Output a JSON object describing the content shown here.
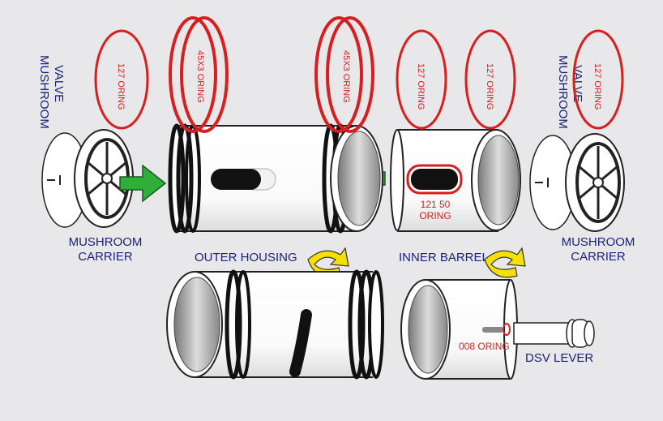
{
  "labels": {
    "mushroom_valve_left": [
      "MUSHROOM",
      "VALVE"
    ],
    "mushroom_valve_right": [
      "MUSHROOM",
      "VALVE"
    ],
    "mushroom_carrier_left": [
      "MUSHROOM",
      "CARRIER"
    ],
    "mushroom_carrier_right": [
      "MUSHROOM",
      "CARRIER"
    ],
    "outer_housing": "OUTER HOUSING",
    "inner_barrel": "INNER BARREL",
    "dsv_lever": "DSV LEVER"
  },
  "orings": {
    "ring1": "127 ORING",
    "ring2": "45X3 ORING",
    "ring3": "45X3 ORING",
    "ring4": "127 ORING",
    "ring5": "127 ORING",
    "ring6": "127 ORING",
    "slot_ring": [
      "121 50",
      "ORING"
    ],
    "lever_ring": "008 ORING"
  },
  "colors": {
    "label": "#1b1f7a",
    "oring": "#d81e1e",
    "arrow_green": "#2fae3a",
    "arrow_yellow": "#f5e000"
  }
}
